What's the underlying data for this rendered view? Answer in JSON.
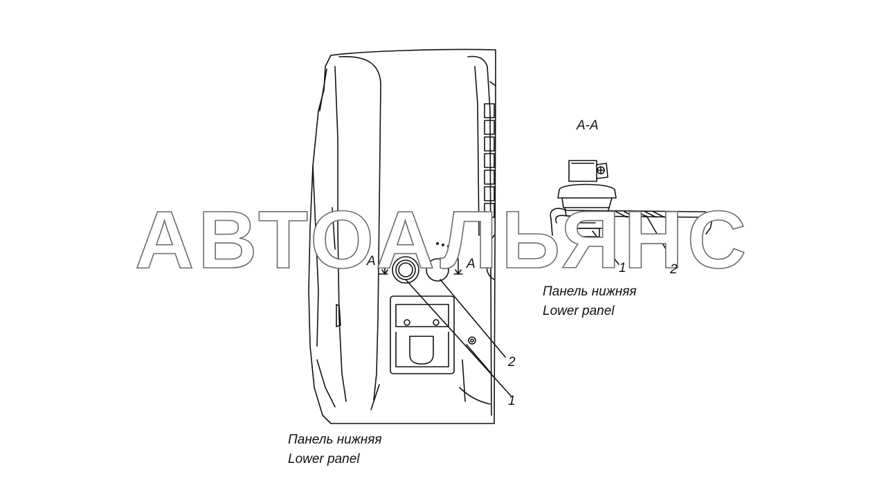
{
  "labels": {
    "section_title": "А-А",
    "section_mark_left": "А",
    "section_mark_right": "А",
    "callout_1_main": "1",
    "callout_2_main": "2",
    "callout_1_section": "1",
    "callout_2_section": "2",
    "panel_ru_main": "Панель нижняя",
    "panel_en_main": "Lower panel",
    "panel_ru_section": "Панель нижняя",
    "panel_en_section": "Lower panel"
  },
  "watermark": "АВТОАЛЬЯНС",
  "colors": {
    "line": "#111111",
    "watermark_stroke": "#6b6b6b",
    "background": "#ffffff"
  }
}
